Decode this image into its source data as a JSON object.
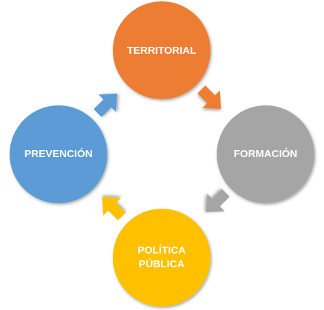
{
  "diagram": {
    "type": "cycle",
    "nodes": [
      {
        "id": "territorial",
        "lines": [
          "TERRITORIAL"
        ],
        "color": "#ED7D31"
      },
      {
        "id": "formacion",
        "lines": [
          "FORMACIÓN"
        ],
        "color": "#A5A5A5"
      },
      {
        "id": "politica-publica",
        "lines": [
          "POLÍTICA",
          "PÚBLICA"
        ],
        "color": "#FFC000"
      },
      {
        "id": "prevencion",
        "lines": [
          "PREVENCIÓN"
        ],
        "color": "#5B9BD5"
      }
    ],
    "arrows": [
      {
        "from": "territorial",
        "to": "formacion",
        "color": "#ED7D31"
      },
      {
        "from": "formacion",
        "to": "politica-publica",
        "color": "#A5A5A5"
      },
      {
        "from": "politica-publica",
        "to": "prevencion",
        "color": "#FFC000"
      },
      {
        "from": "prevencion",
        "to": "territorial",
        "color": "#5B9BD5"
      }
    ]
  }
}
